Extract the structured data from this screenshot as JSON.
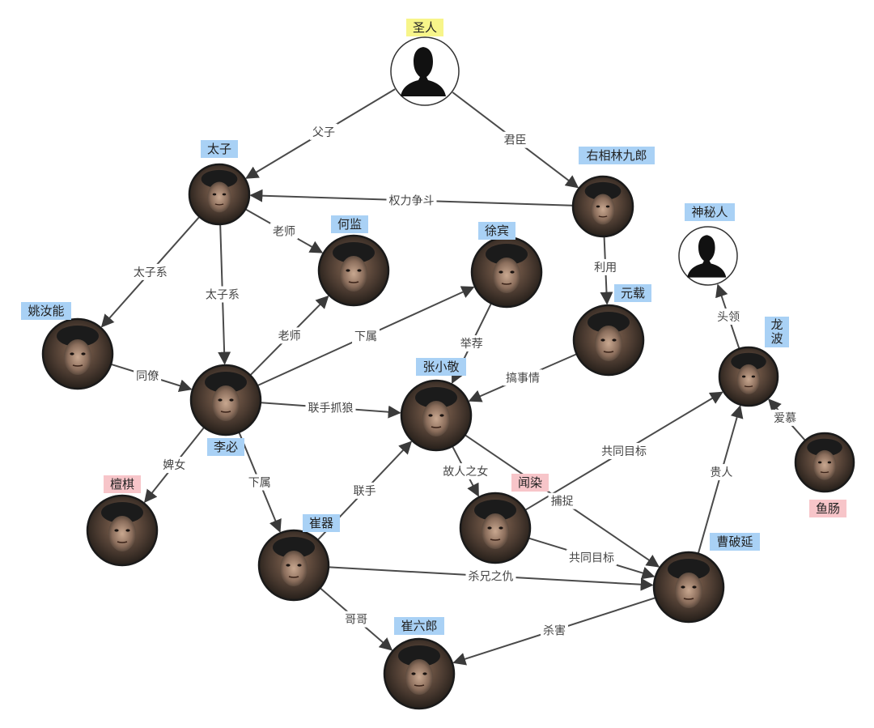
{
  "colors": {
    "blue_label": "#a9d1f5",
    "pink_label": "#f7c5c9",
    "yellow_label": "#f7f58a",
    "edge": "#4a4a4a"
  },
  "nodes": {
    "shengren": {
      "name": "圣人",
      "label_color": "yellow",
      "portrait": "silhouette-icon"
    },
    "taizi": {
      "name": "太子",
      "label_color": "blue",
      "portrait": "portrait-icon"
    },
    "youxiang": {
      "name": "右相林九郎",
      "label_color": "blue",
      "portrait": "portrait-icon"
    },
    "hejian": {
      "name": "何监",
      "label_color": "blue",
      "portrait": "portrait-icon"
    },
    "xubin": {
      "name": "徐宾",
      "label_color": "blue",
      "portrait": "portrait-icon"
    },
    "shenmiren": {
      "name": "神秘人",
      "label_color": "blue",
      "portrait": "silhouette-icon"
    },
    "yuanzai": {
      "name": "元载",
      "label_color": "blue",
      "portrait": "portrait-icon"
    },
    "yaorulneng": {
      "name": "姚汝能",
      "label_color": "blue",
      "portrait": "portrait-icon"
    },
    "longbo": {
      "name": "龙波",
      "label_color": "blue",
      "portrait": "portrait-icon"
    },
    "zhangxiaojing": {
      "name": "张小敬",
      "label_color": "blue",
      "portrait": "portrait-icon"
    },
    "libi": {
      "name": "李必",
      "label_color": "blue",
      "portrait": "portrait-icon"
    },
    "tanqi": {
      "name": "檀棋",
      "label_color": "pink",
      "portrait": "portrait-icon"
    },
    "wenran": {
      "name": "闻染",
      "label_color": "pink",
      "portrait": "portrait-icon"
    },
    "yuchang": {
      "name": "鱼肠",
      "label_color": "pink",
      "portrait": "portrait-icon"
    },
    "cuiqi": {
      "name": "崔器",
      "label_color": "blue",
      "portrait": "portrait-icon"
    },
    "caopoyan": {
      "name": "曹破延",
      "label_color": "blue",
      "portrait": "portrait-icon"
    },
    "cuiliulang": {
      "name": "崔六郎",
      "label_color": "blue",
      "portrait": "portrait-icon"
    }
  },
  "edges": [
    {
      "from": "shengren",
      "to": "taizi",
      "label": "父子"
    },
    {
      "from": "shengren",
      "to": "youxiang",
      "label": "君臣"
    },
    {
      "from": "youxiang",
      "to": "taizi",
      "label": "权力争斗"
    },
    {
      "from": "taizi",
      "to": "hejian",
      "label": "老师"
    },
    {
      "from": "taizi",
      "to": "yaorulneng",
      "label": "太子系"
    },
    {
      "from": "taizi",
      "to": "libi",
      "label": "太子系"
    },
    {
      "from": "youxiang",
      "to": "yuanzai",
      "label": "利用"
    },
    {
      "from": "libi",
      "to": "hejian",
      "label": "老师"
    },
    {
      "from": "libi",
      "to": "xubin",
      "label": "下属"
    },
    {
      "from": "yaorulneng",
      "to": "libi",
      "label": "同僚"
    },
    {
      "from": "libi",
      "to": "zhangxiaojing",
      "label": "联手抓狼"
    },
    {
      "from": "xubin",
      "to": "zhangxiaojing",
      "label": "举荐"
    },
    {
      "from": "yuanzai",
      "to": "zhangxiaojing",
      "label": "搞事情"
    },
    {
      "from": "longbo",
      "to": "shenmiren",
      "label": "头领"
    },
    {
      "from": "yuchang",
      "to": "longbo",
      "label": "爱慕"
    },
    {
      "from": "libi",
      "to": "tanqi",
      "label": "婢女"
    },
    {
      "from": "libi",
      "to": "cuiqi",
      "label": "下属"
    },
    {
      "from": "zhangxiaojing",
      "to": "wenran",
      "label": "故人之女"
    },
    {
      "from": "cuiqi",
      "to": "zhangxiaojing",
      "label": "联手"
    },
    {
      "from": "zhangxiaojing",
      "to": "caopoyan",
      "label": "捕捉"
    },
    {
      "from": "wenran",
      "to": "longbo",
      "label": "共同目标"
    },
    {
      "from": "wenran",
      "to": "caopoyan",
      "label": "共同目标"
    },
    {
      "from": "caopoyan",
      "to": "longbo",
      "label": "贵人"
    },
    {
      "from": "cuiqi",
      "to": "caopoyan",
      "label": "杀兄之仇"
    },
    {
      "from": "cuiqi",
      "to": "cuiliulang",
      "label": "哥哥"
    },
    {
      "from": "caopoyan",
      "to": "cuiliulang",
      "label": "杀害"
    }
  ]
}
